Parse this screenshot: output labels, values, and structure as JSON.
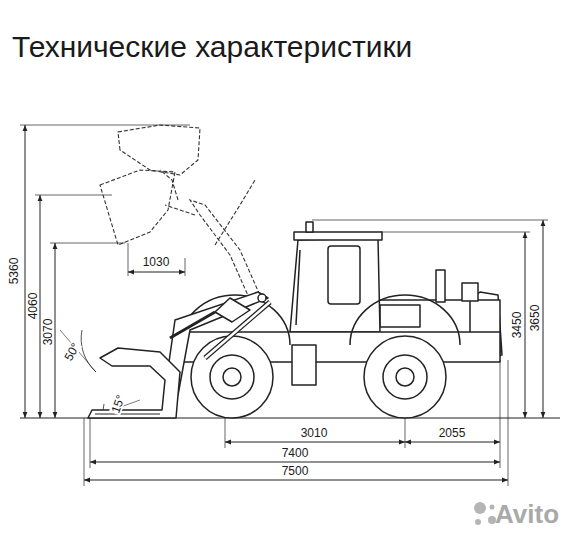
{
  "diagram": {
    "title": "Технические характеристики",
    "labels": [
      "5360",
      "4060",
      "3070",
      "1030",
      "50°",
      "15°",
      "3450",
      "3650",
      "3010",
      "2055",
      "7400",
      "7500",
      "Avito"
    ]
  }
}
